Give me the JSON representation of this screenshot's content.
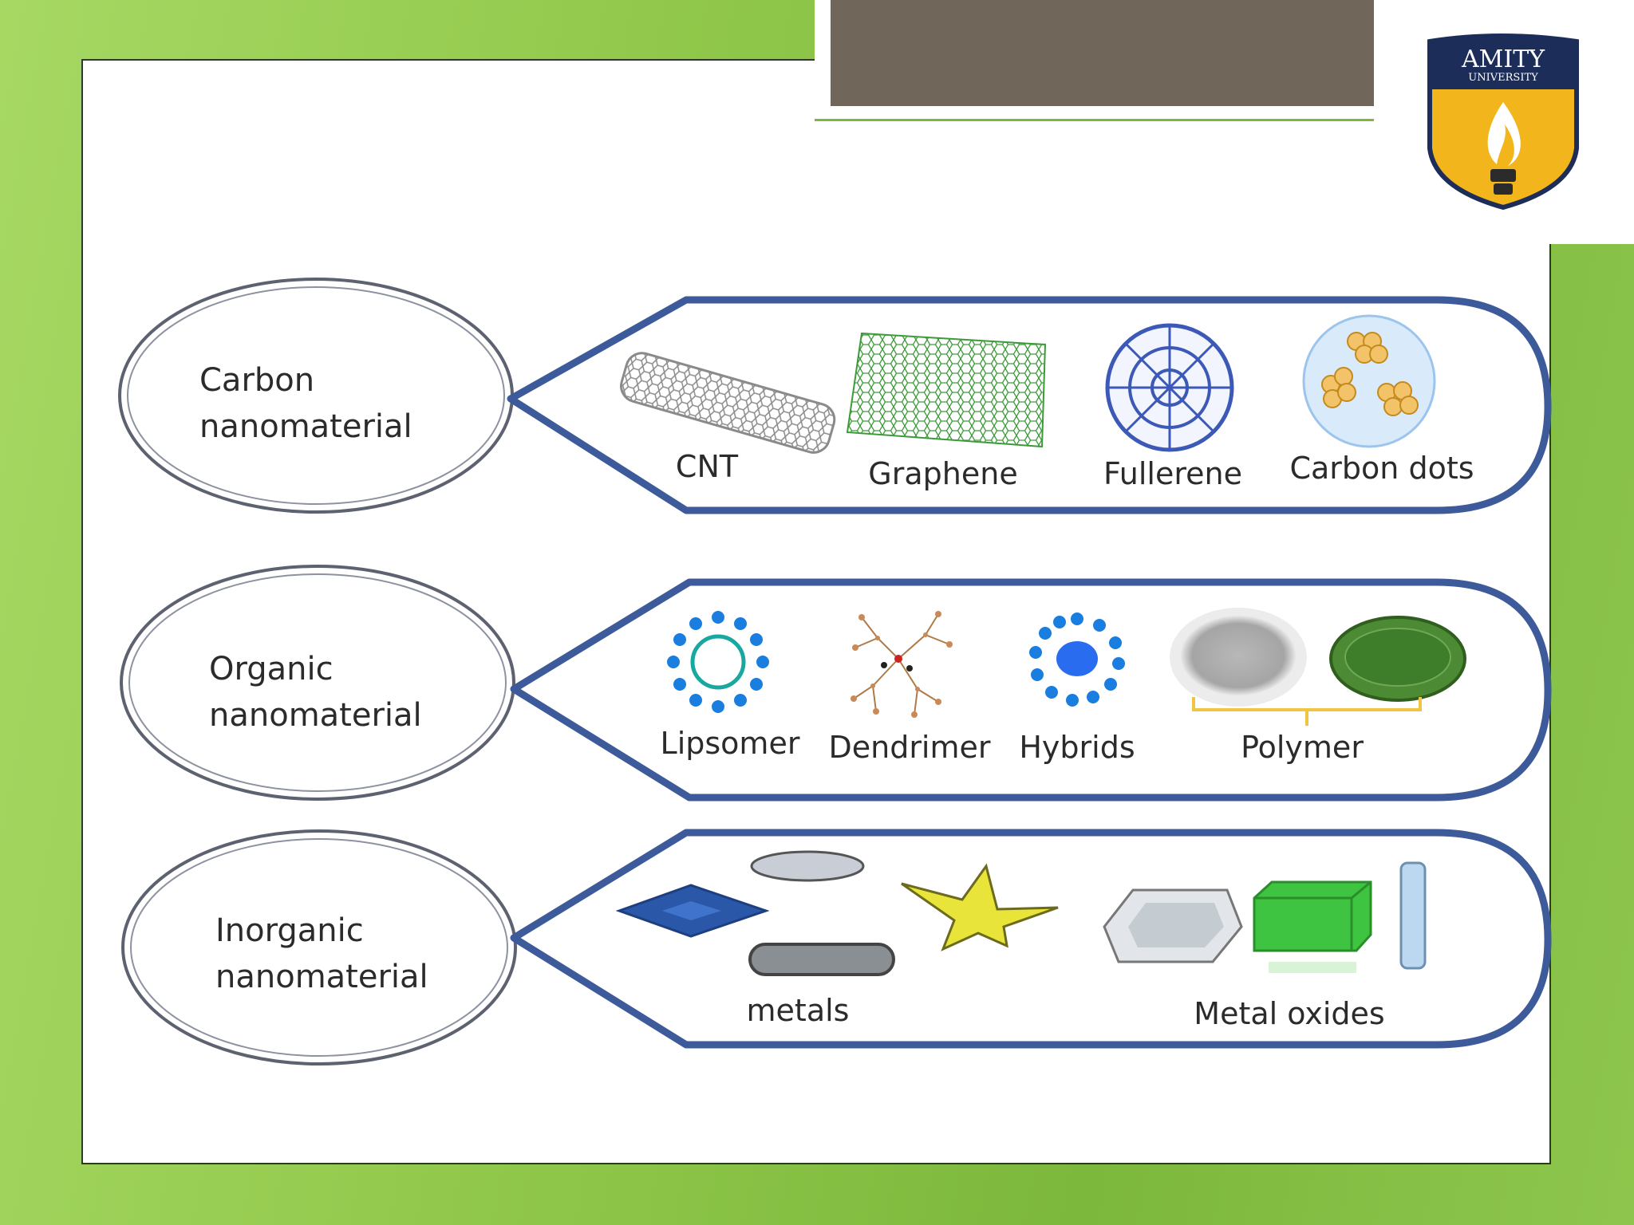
{
  "logo": {
    "name": "AMITY",
    "sub": "UNIVERSITY",
    "colors": {
      "navy": "#1d2d5a",
      "gold": "#f2b51c"
    }
  },
  "rows": [
    {
      "category": [
        "Carbon",
        "nanomaterial"
      ],
      "items": [
        "CNT",
        "Graphene",
        "Fullerene",
        "Carbon dots"
      ]
    },
    {
      "category": [
        "Organic",
        "nanomaterial"
      ],
      "items": [
        "Lipsomer",
        "Dendrimer",
        "Hybrids",
        "Polymer"
      ]
    },
    {
      "category": [
        "Inorganic",
        "nanomaterial"
      ],
      "items": [
        "metals",
        "Metal oxides"
      ]
    }
  ],
  "colors": {
    "outline": "#3d5a9a",
    "accent_green": "#7cb83c",
    "title_bar": "#706659"
  }
}
